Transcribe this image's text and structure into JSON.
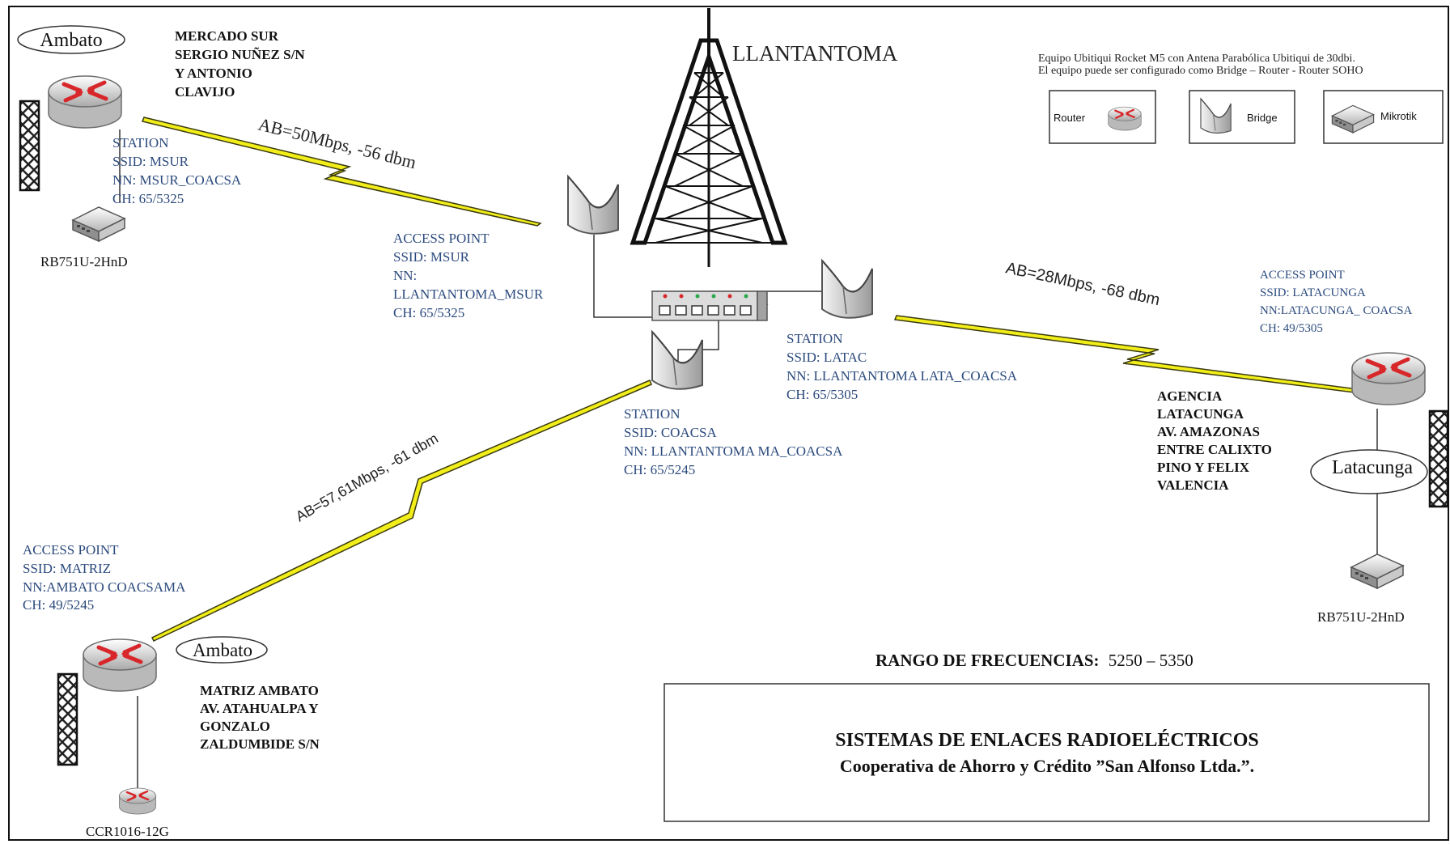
{
  "tower": {
    "label": "LLANTANTOMA"
  },
  "legend": {
    "note_line1": "Equipo Ubitiqui Rocket M5 con Antena Parabólica Ubitiqui de 30dbi.",
    "note_line2": "El equipo puede ser configurado como Bridge – Router - Router SOHO",
    "router": "Router",
    "bridge": "Bridge",
    "mikrotik": "Mikrotik"
  },
  "mercado_sur": {
    "city": "Ambato",
    "address": [
      "MERCADO SUR",
      "SERGIO NUÑEZ S/N",
      "Y ANTONIO",
      "CLAVIJO"
    ],
    "station": [
      "STATION",
      "SSID: MSUR",
      "NN: MSUR_COACSA",
      "CH: 65/5325"
    ],
    "device": "RB751U-2HnD"
  },
  "ap_msur": [
    "ACCESS POINT",
    "SSID: MSUR",
    "NN:",
    "LLANTANTOMA_MSUR",
    "CH: 65/5325"
  ],
  "link_msur": "AB=50Mbps, -56 dbm",
  "station_latac": [
    "STATION",
    "SSID: LATAC",
    "NN: LLANTANTOMA LATA_COACSA",
    "CH: 65/5305"
  ],
  "link_latac": "AB=28Mbps, -68 dbm",
  "latacunga": {
    "ap": [
      "ACCESS POINT",
      "SSID: LATACUNGA",
      "NN:LATACUNGA_ COACSA",
      "CH: 49/5305"
    ],
    "address": [
      "AGENCIA",
      "LATACUNGA",
      "AV. AMAZONAS",
      "ENTRE CALIXTO",
      "PINO Y FELIX",
      "VALENCIA"
    ],
    "city": "Latacunga",
    "device": "RB751U-2HnD"
  },
  "station_coacsa": [
    "STATION",
    "SSID: COACSA",
    "NN: LLANTANTOMA MA_COACSA",
    "CH: 65/5245"
  ],
  "link_matriz": "AB=57,61Mbps, -61 dbm",
  "matriz": {
    "ap": [
      "ACCESS POINT",
      "SSID: MATRIZ",
      "NN:AMBATO COACSAMA",
      "CH: 49/5245"
    ],
    "city": "Ambato",
    "address": [
      "MATRIZ AMBATO",
      "AV. ATAHUALPA Y",
      "GONZALO",
      "ZALDUMBIDE S/N"
    ],
    "device": "CCR1016-12G"
  },
  "frequency": {
    "label": "RANGO DE FRECUENCIAS:",
    "value": "5250 – 5350"
  },
  "title_box": {
    "title": "SISTEMAS DE ENLACES RADIOELÉCTRICOS",
    "subtitle": "Cooperativa de Ahorro y Crédito ”San Alfonso Ltda.”."
  },
  "colors": {
    "link_yellow": "#f2ee1a",
    "link_dark": "#3a3a10",
    "router_red": "#d8272b",
    "text_blue": "#2b4a7d"
  }
}
